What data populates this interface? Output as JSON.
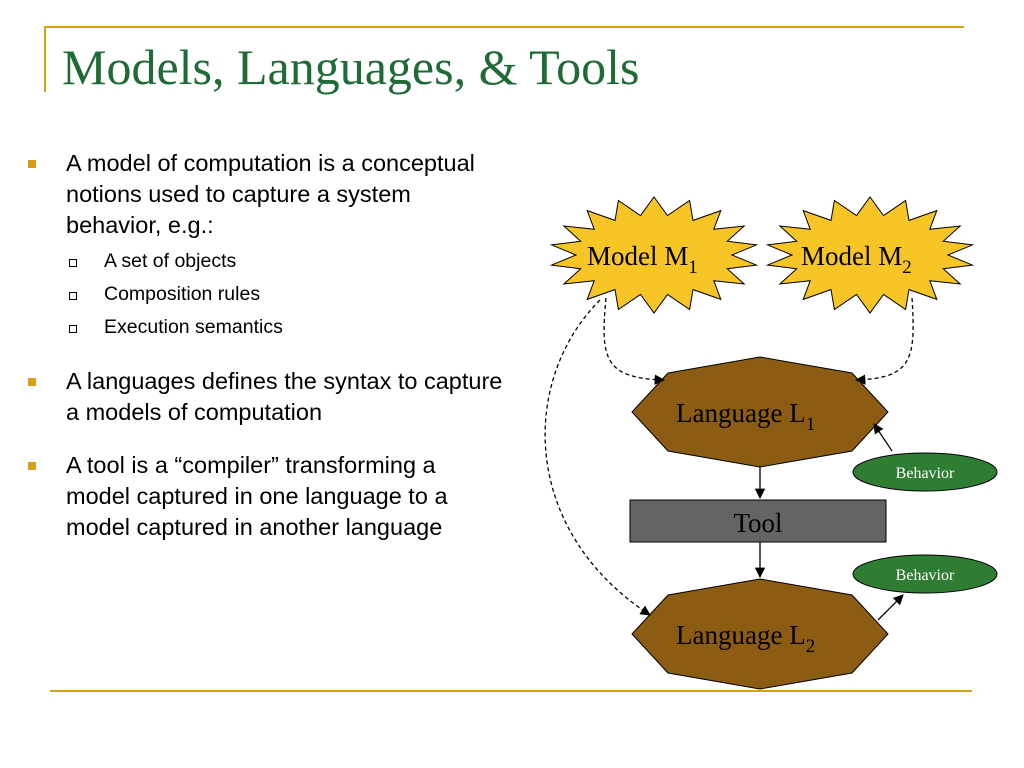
{
  "slide": {
    "title": "Models, Languages, & Tools",
    "bullets": [
      {
        "text": "A model of computation is a conceptual notions used to capture a system behavior, e.g.:",
        "sub": [
          "A set of objects",
          "Composition rules",
          "Execution semantics"
        ]
      },
      {
        "text": "A languages defines the syntax to capture a models of computation"
      },
      {
        "text": "A tool is a “compiler” transforming a model captured in one language to a model captured in another language"
      }
    ]
  },
  "diagram": {
    "model1": {
      "label": "Model M",
      "sub": "1"
    },
    "model2": {
      "label": "Model M",
      "sub": "2"
    },
    "language1": {
      "label": "Language L",
      "sub": "1"
    },
    "language2": {
      "label": "Language L",
      "sub": "2"
    },
    "tool": {
      "label": "Tool"
    },
    "behavior1": {
      "label": "Behavior"
    },
    "behavior2": {
      "label": "Behavior"
    },
    "colors": {
      "star_fill": "#F7C525",
      "language_fill": "#8B5C12",
      "tool_fill": "#646464",
      "behavior_fill": "#2E7D32",
      "title": "#1E6B35",
      "accent": "#D4A017"
    }
  }
}
